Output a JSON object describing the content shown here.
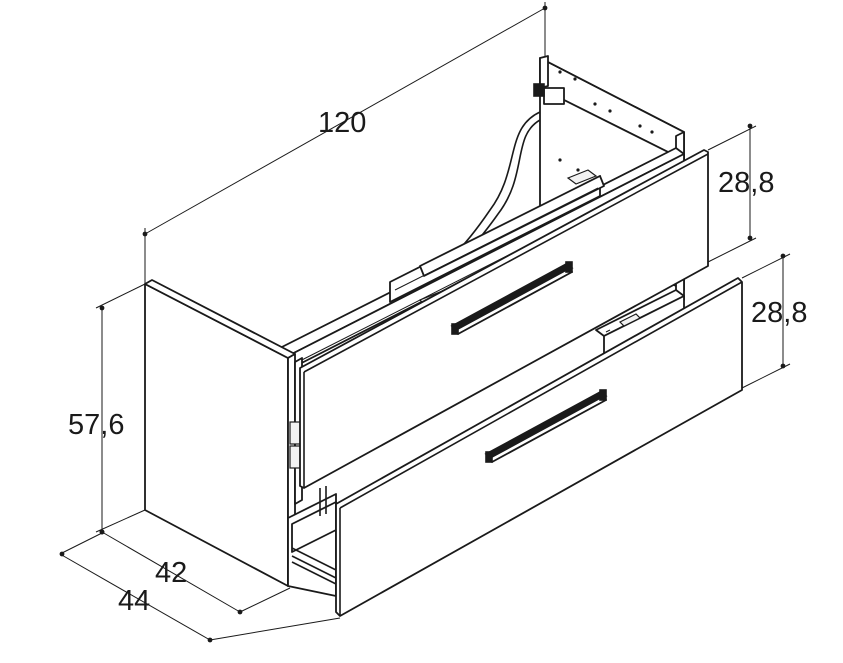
{
  "dimensions": {
    "width": "120",
    "height": "57,6",
    "depth_inner": "42",
    "depth_outer": "44",
    "drawer_top_height": "28,8",
    "drawer_bottom_height": "28,8"
  }
}
